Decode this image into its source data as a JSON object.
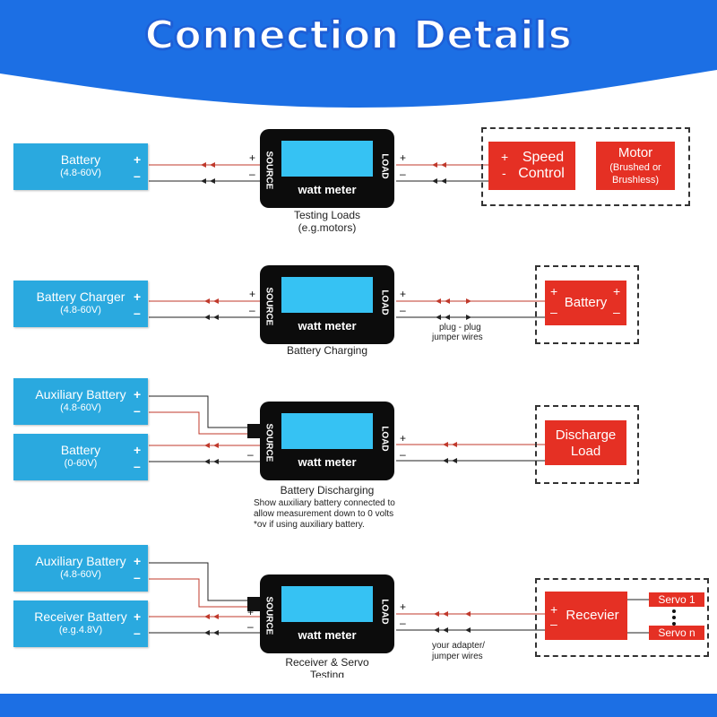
{
  "header": {
    "title": "Connection Details"
  },
  "colors": {
    "accent": "#1c6fe4",
    "source_box": "#2aa9df",
    "load_box": "#e53024",
    "wire_positive": "#c0392b",
    "wire_negative": "#222222"
  },
  "meter_labels": {
    "source": "SOURCE",
    "load": "LOAD",
    "name": "watt meter"
  },
  "polarity": {
    "plus": "+",
    "minus": "–"
  },
  "sections": {
    "testing_loads": {
      "battery": {
        "name": "Battery",
        "range": "(4.8-60V)"
      },
      "speed_control": {
        "plus": "+",
        "minus": "-",
        "line1": "Speed",
        "line2": "Control"
      },
      "motor": {
        "name": "Motor",
        "detail_line1": "(Brushed or",
        "detail_line2": "Brushless)"
      },
      "caption_line1": "Testing Loads",
      "caption_line2": "(e.g.motors)"
    },
    "battery_charging": {
      "charger": {
        "name": "Battery Charger",
        "range": "(4.8-60V)"
      },
      "battery": {
        "name": "Battery"
      },
      "note_line1": "plug - plug",
      "note_line2": "jumper wires",
      "caption": "Battery Charging"
    },
    "battery_discharging": {
      "auxiliary": {
        "name": "Auxiliary Battery",
        "range": "(4.8-60V)"
      },
      "battery": {
        "name": "Battery",
        "range": "(0-60V)"
      },
      "load": {
        "line1": "Discharge",
        "line2": "Load"
      },
      "caption": "Battery Discharging",
      "note_line1": "Show auxiliary battery connected to",
      "note_line2": "allow measurement down to 0 volts",
      "note_line3": "*ov if using auxiliary battery."
    },
    "receiver_servo": {
      "auxiliary": {
        "name": "Auxiliary Battery",
        "range": "(4.8-60V)"
      },
      "receiver_battery": {
        "name": "Receiver Battery",
        "range": "(e.g.4.8V)"
      },
      "receiver": {
        "name": "Recevier"
      },
      "servo_1": "Servo 1",
      "servo_n": "Servo n",
      "note_line1": "your adapter/",
      "note_line2": "jumper wires",
      "caption_line1": "Receiver & Servo",
      "caption_line2": "Testing"
    }
  }
}
